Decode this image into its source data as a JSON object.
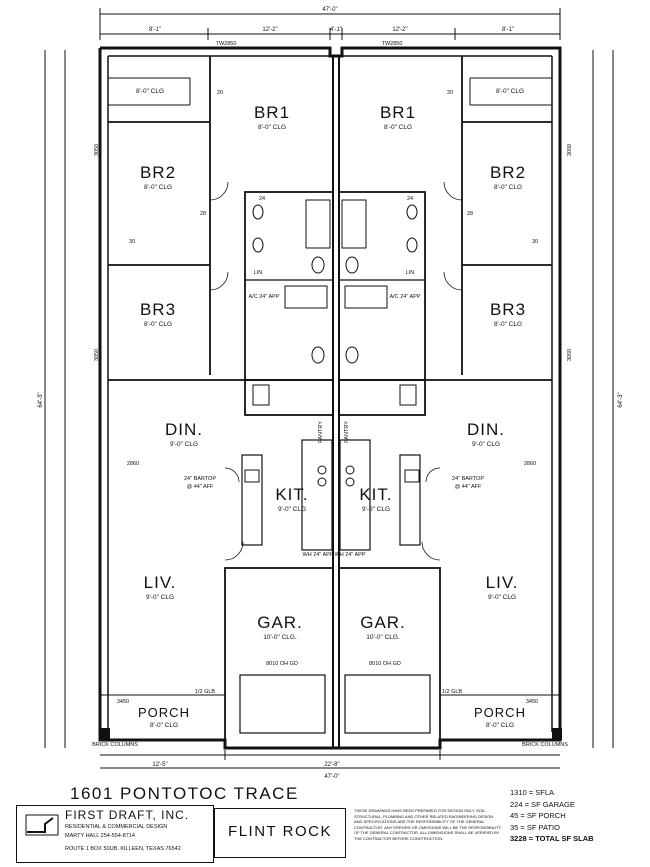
{
  "title_block": {
    "address": "1601 PONTOTOC TRACE",
    "company_name": "FIRST DRAFT, INC.",
    "company_tagline": "RESIDENTIAL & COMMERCIAL DESIGN",
    "company_contact": "MARTY HALL 254-554-8714",
    "company_address": "ROUTE 1 BOX 50UB, KILLEEN, TEXAS 76542",
    "plan_name": "FLINT ROCK",
    "disclaimer": "THESE DRAWINGS HAVE BEEN PREPARED FOR DESIGN ONLY. SOIL, STRUCTURAL, PLUMBING AND OTHER RELATED ENGINEERING DESIGN AND SPECIFICATIONS ARE THE RESPONSIBILITY OF THE GENERAL CONTRACTOR. ANY ERRORS OR OMISSIONS WILL BE THE RESPONSIBILITY OF THE GENERAL CONTRACTOR. ALL DIMENSIONS SHALL BE VERIFIED BY THE CONTRACTOR BEFORE CONSTRUCTION.",
    "areas": [
      "1310 = SFLA",
      "224 = SF GARAGE",
      "45 = SF PORCH",
      "35 = SF PATIO"
    ],
    "area_total": "3228 = TOTAL SF SLAB"
  },
  "rooms": {
    "br1_left": "BR1",
    "br1_right": "BR1",
    "br2_left": "BR2",
    "br2_right": "BR2",
    "br3_left": "BR3",
    "br3_right": "BR3",
    "din_left": "DIN.",
    "din_right": "DIN.",
    "kit_left": "KIT.",
    "kit_right": "KIT.",
    "liv_left": "LIV.",
    "liv_right": "LIV.",
    "gar_left": "GAR.",
    "gar_right": "GAR.",
    "porch_left": "PORCH",
    "porch_right": "PORCH"
  },
  "ceilings": {
    "clg_8": "8'-0\" CLG",
    "clg_9": "9'-0\" CLG",
    "clg_10": "10'-0\" CLG."
  },
  "dimensions": {
    "overall_width": "47'-0\"",
    "top_side": "8'-1\"",
    "top_mid": "12'-2\"",
    "top_center": "4'-1\"",
    "bottom_left": "12'-5\"",
    "bottom_mid": "22'-8\"",
    "bottom_total": "47'-0\"",
    "overall_depth": "64'-3\"",
    "right_depth": "64'-3\""
  },
  "labels": {
    "window_top": "TW2850",
    "window_side": "3050",
    "garage_door": "8010 OH GD",
    "bartop": "24\" BARTOP",
    "bartop_aff": "@ 44\" AFF",
    "din_window": "2860",
    "porch_window": "3450",
    "brick_columns": "BRICK COLUMNS",
    "lin": "LIN",
    "closet_20": "20",
    "closet_28": "28",
    "closet_24": "24",
    "closet_30": "30",
    "pantry": "PANTRY",
    "ac": "A/C 24\" APP",
    "water_heater": "WH 24\" APP",
    "glb": "1/2 GLB"
  }
}
